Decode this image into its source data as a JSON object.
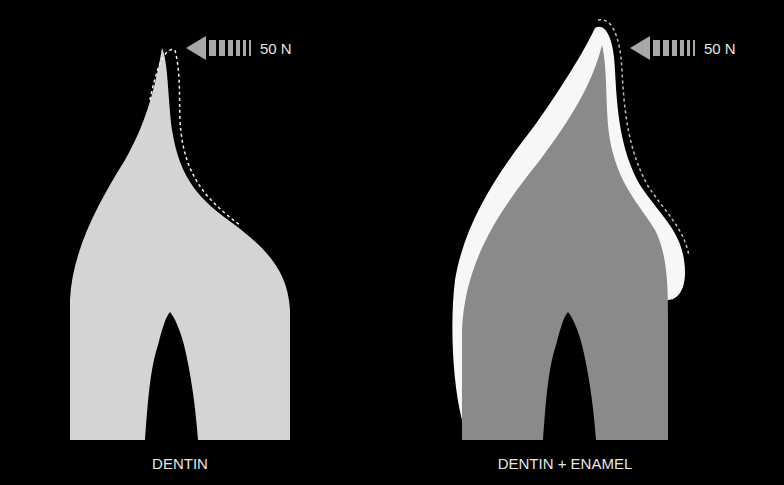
{
  "diagram": {
    "labels": [
      "50 N",
      "50 N",
      "DENTIN",
      "DENTIN + ENAMEL"
    ]
  }
}
